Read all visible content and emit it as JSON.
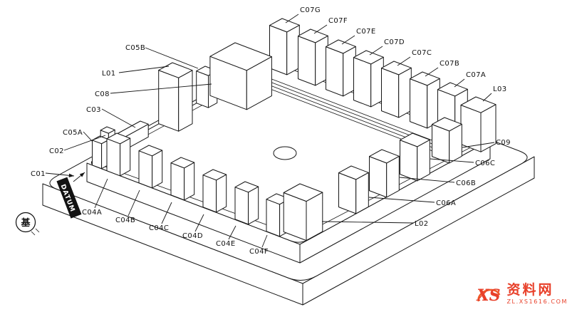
{
  "labels": {
    "c01": "C01",
    "c02": "C02",
    "c03": "C03",
    "c05a": "C05A",
    "c05b": "C05B",
    "c08": "C08",
    "l01": "L01",
    "c07g": "C07G",
    "c07f": "C07F",
    "c07e": "C07E",
    "c07d": "C07D",
    "c07c": "C07C",
    "c07b": "C07B",
    "c07a": "C07A",
    "l03": "L03",
    "c09": "C09",
    "c06c": "C06C",
    "c06b": "C06B",
    "c06a": "C06A",
    "l02": "L02",
    "c04a": "C04A",
    "c04b": "C04B",
    "c04c": "C04C",
    "c04d": "C04D",
    "c04e": "C04E",
    "c04f": "C04F",
    "datum": "DATUM"
  },
  "stamp": {
    "character": "基"
  },
  "watermark": {
    "logo_text": "XS",
    "site_name": "资料网",
    "domain": "ZL.XS1616.COM",
    "accent_color": "#f05a28",
    "text_color": "#e8402a"
  },
  "colors": {
    "line": "#161616",
    "background": "#ffffff"
  }
}
